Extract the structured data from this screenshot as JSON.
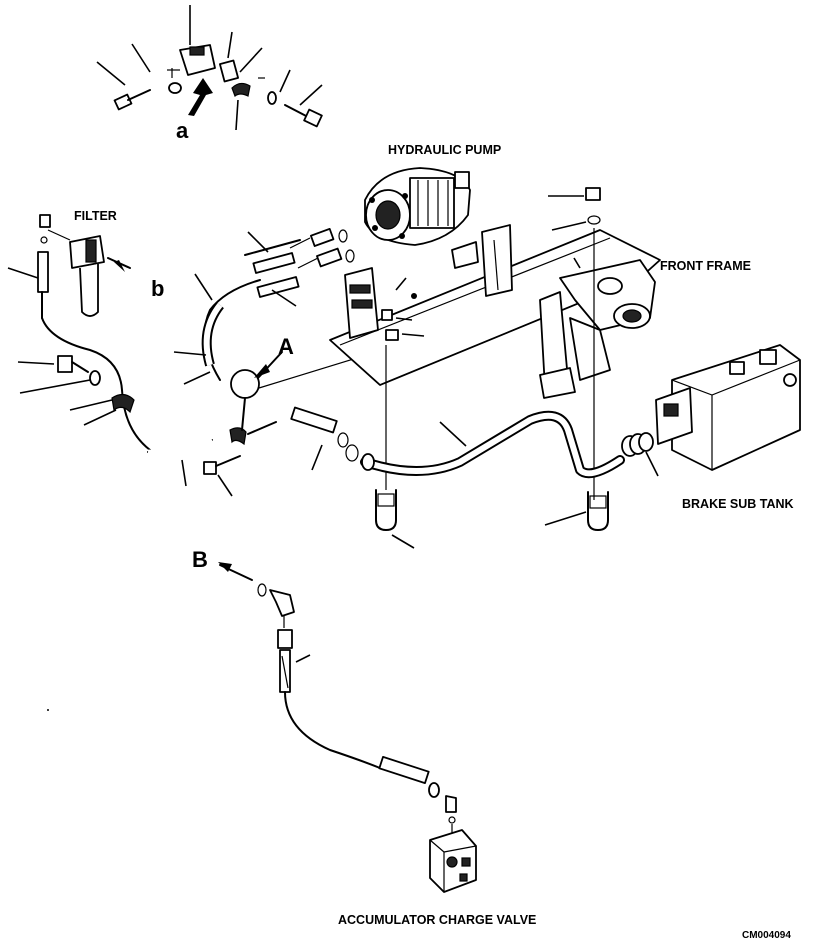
{
  "labels": {
    "hydraulic_pump": "HYDRAULIC PUMP",
    "filter": "FILTER",
    "front_frame": "FRONT FRAME",
    "brake_sub_tank": "BRAKE SUB TANK",
    "accumulator_charge_valve": "ACCUMULATOR CHARGE VALVE",
    "drawing_code": "CM004094"
  },
  "callouts": {
    "a": "a",
    "b": "b",
    "A": "A",
    "B": "B"
  }
}
